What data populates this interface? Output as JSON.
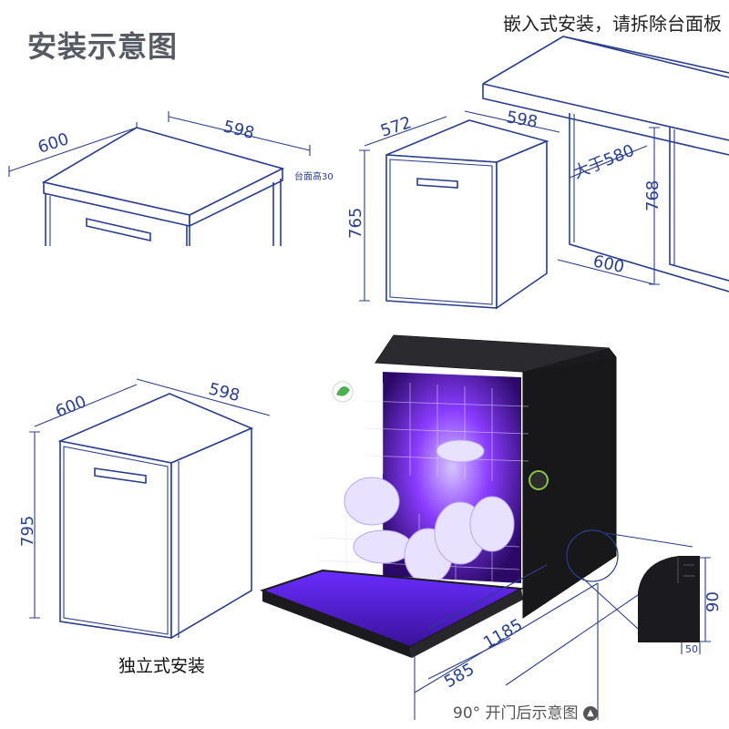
{
  "title": "安装示意图",
  "builtin": {
    "caption": "嵌入式安装，请拆除台面板",
    "width": "598",
    "depth": "572",
    "height": "765",
    "cabinet_depth": "大于580",
    "cabinet_width": "600",
    "cabinet_height": "768"
  },
  "top_unit": {
    "width": "598",
    "depth": "600",
    "note": "台面高30"
  },
  "freestanding": {
    "caption": "独立式安装",
    "width": "598",
    "depth": "600",
    "height": "795"
  },
  "open_door": {
    "caption": "90° 开门后示意图",
    "depth_open": "1185",
    "depth": "585",
    "detail_height": "90",
    "detail_base": "50"
  },
  "colors": {
    "line": "#2a3f8f",
    "title": "#555a63",
    "uv_glow": "#8a3cff",
    "body": "#1b1b1f"
  }
}
